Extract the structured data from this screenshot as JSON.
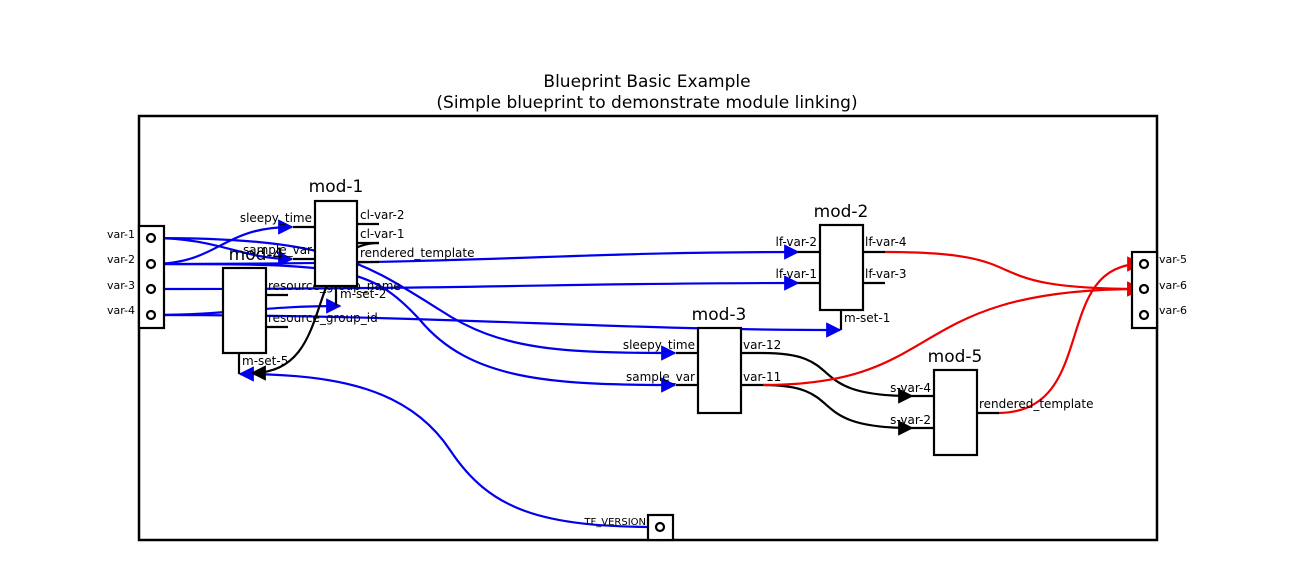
{
  "title": "Blueprint Basic Example",
  "subtitle": "(Simple blueprint to demonstrate module linking)",
  "colors": {
    "blue": "#0000ee",
    "red": "#ee0000",
    "black": "#000000"
  },
  "left_panel": {
    "vars": [
      "var-1",
      "var-2",
      "var-3",
      "var-4"
    ]
  },
  "right_panel": {
    "vars": [
      "var-5",
      "var-6",
      "var-6"
    ]
  },
  "bottom_input": {
    "label": "TF_VERSION"
  },
  "modules": {
    "mod1": {
      "name": "mod-1",
      "inputs": [
        "sleepy_time",
        "sample_var"
      ],
      "outputs": [
        "cl-var-2",
        "cl-var-1",
        "rendered_template"
      ],
      "set": "m-set-2"
    },
    "mod2": {
      "name": "mod-2",
      "inputs": [
        "lf-var-2",
        "lf-var-1"
      ],
      "outputs": [
        "lf-var-4",
        "lf-var-3"
      ],
      "set": "m-set-1"
    },
    "mod3": {
      "name": "mod-3",
      "inputs": [
        "sleepy_time",
        "sample_var"
      ],
      "outputs": [
        "var-12",
        "var-11"
      ]
    },
    "mod4": {
      "name": "mod-4",
      "outputs": [
        "resource_group_name",
        "resource_group_id"
      ],
      "set": "m-set-5"
    },
    "mod5": {
      "name": "mod-5",
      "inputs": [
        "s-var-4",
        "s-var-2"
      ],
      "outputs": [
        "rendered_template"
      ]
    }
  }
}
